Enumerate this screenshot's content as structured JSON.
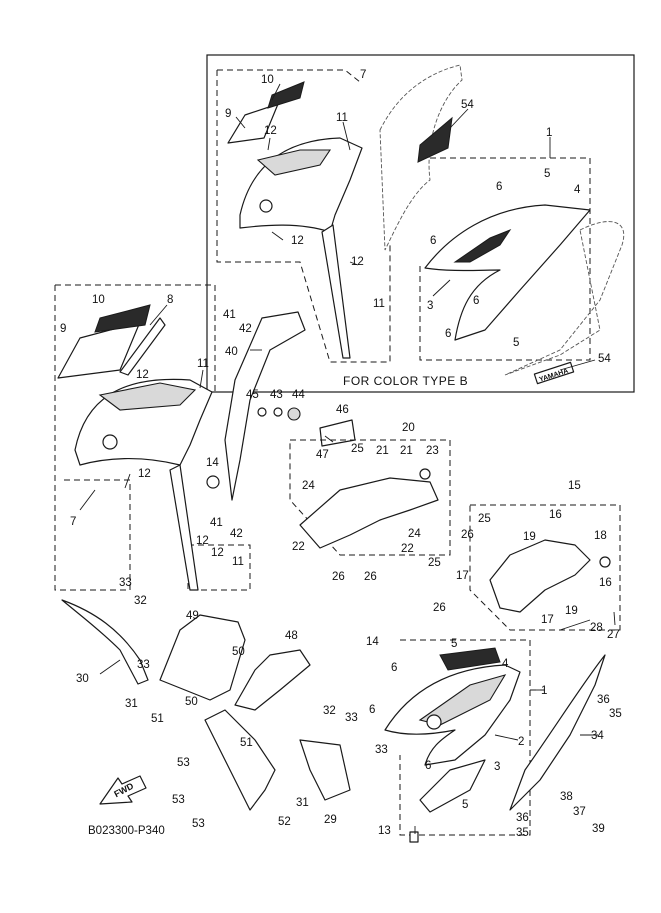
{
  "diagram": {
    "inset_caption": "FOR COLOR TYPE B",
    "drawing_code": "B023300-P340",
    "fwd_label": "FWD",
    "logo_text": "YAMAHA",
    "callouts": [
      "10",
      "7",
      "9",
      "11",
      "12",
      "54",
      "1",
      "5",
      "6",
      "4",
      "6",
      "12",
      "3",
      "12",
      "11",
      "6",
      "6",
      "5",
      "54",
      "10",
      "8",
      "9",
      "41",
      "42",
      "40",
      "11",
      "12",
      "45",
      "43",
      "44",
      "46",
      "20",
      "25",
      "21",
      "21",
      "23",
      "47",
      "14",
      "24",
      "12",
      "15",
      "41",
      "42",
      "16",
      "25",
      "19",
      "18",
      "12",
      "26",
      "22",
      "24",
      "22",
      "12",
      "11",
      "26",
      "26",
      "25",
      "17",
      "16",
      "7",
      "26",
      "19",
      "17",
      "28",
      "27",
      "33",
      "32",
      "49",
      "14",
      "48",
      "5",
      "4",
      "6",
      "30",
      "33",
      "50",
      "31",
      "51",
      "50",
      "6",
      "1",
      "36",
      "35",
      "32",
      "33",
      "51",
      "34",
      "2",
      "53",
      "33",
      "3",
      "6",
      "31",
      "38",
      "37",
      "53",
      "5",
      "52",
      "29",
      "36",
      "53",
      "35",
      "39",
      "13"
    ]
  }
}
